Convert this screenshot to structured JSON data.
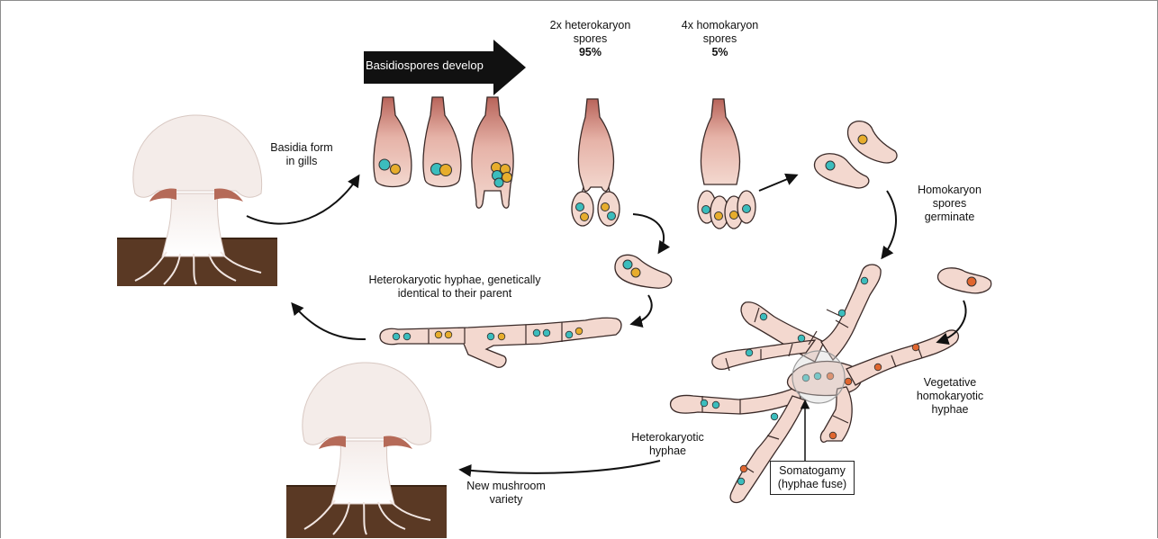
{
  "colors": {
    "spore_fill": "#f3d8cf",
    "stalk_top": "#b8645a",
    "nucleus_teal": "#3bbdbd",
    "nucleus_gold": "#e7ad2c",
    "nucleus_orange": "#e0662f",
    "cap_fill": "#f4ece9",
    "gill": "#b56a58",
    "soil": "#5a3924",
    "arrow_black": "#111111"
  },
  "labels": {
    "basidiospores_develop": "Basidiospores develop",
    "heterokaryon": {
      "line1": "2x heterokaryon",
      "line2": "spores",
      "pct": "95%"
    },
    "homokaryon": {
      "line1": "4x homokaryon",
      "line2": "spores",
      "pct": "5%"
    },
    "basidia_form": {
      "line1": "Basidia form",
      "line2": "in gills"
    },
    "homokaryon_germinate": {
      "line1": "Homokaryon",
      "line2": "spores",
      "line3": "germinate"
    },
    "heterokaryotic_parent": {
      "line1": "Heterokaryotic hyphae, genetically",
      "line2": "identical to their parent"
    },
    "vegetative": {
      "line1": "Vegetative",
      "line2": "homokaryotic",
      "line3": "hyphae"
    },
    "heterokaryotic_hyphae": {
      "line1": "Heterokaryotic",
      "line2": "hyphae"
    },
    "somatogamy": {
      "line1": "Somatogamy",
      "line2": "(hyphae fuse)"
    },
    "new_variety": {
      "line1": "New mushroom",
      "line2": "variety"
    }
  }
}
